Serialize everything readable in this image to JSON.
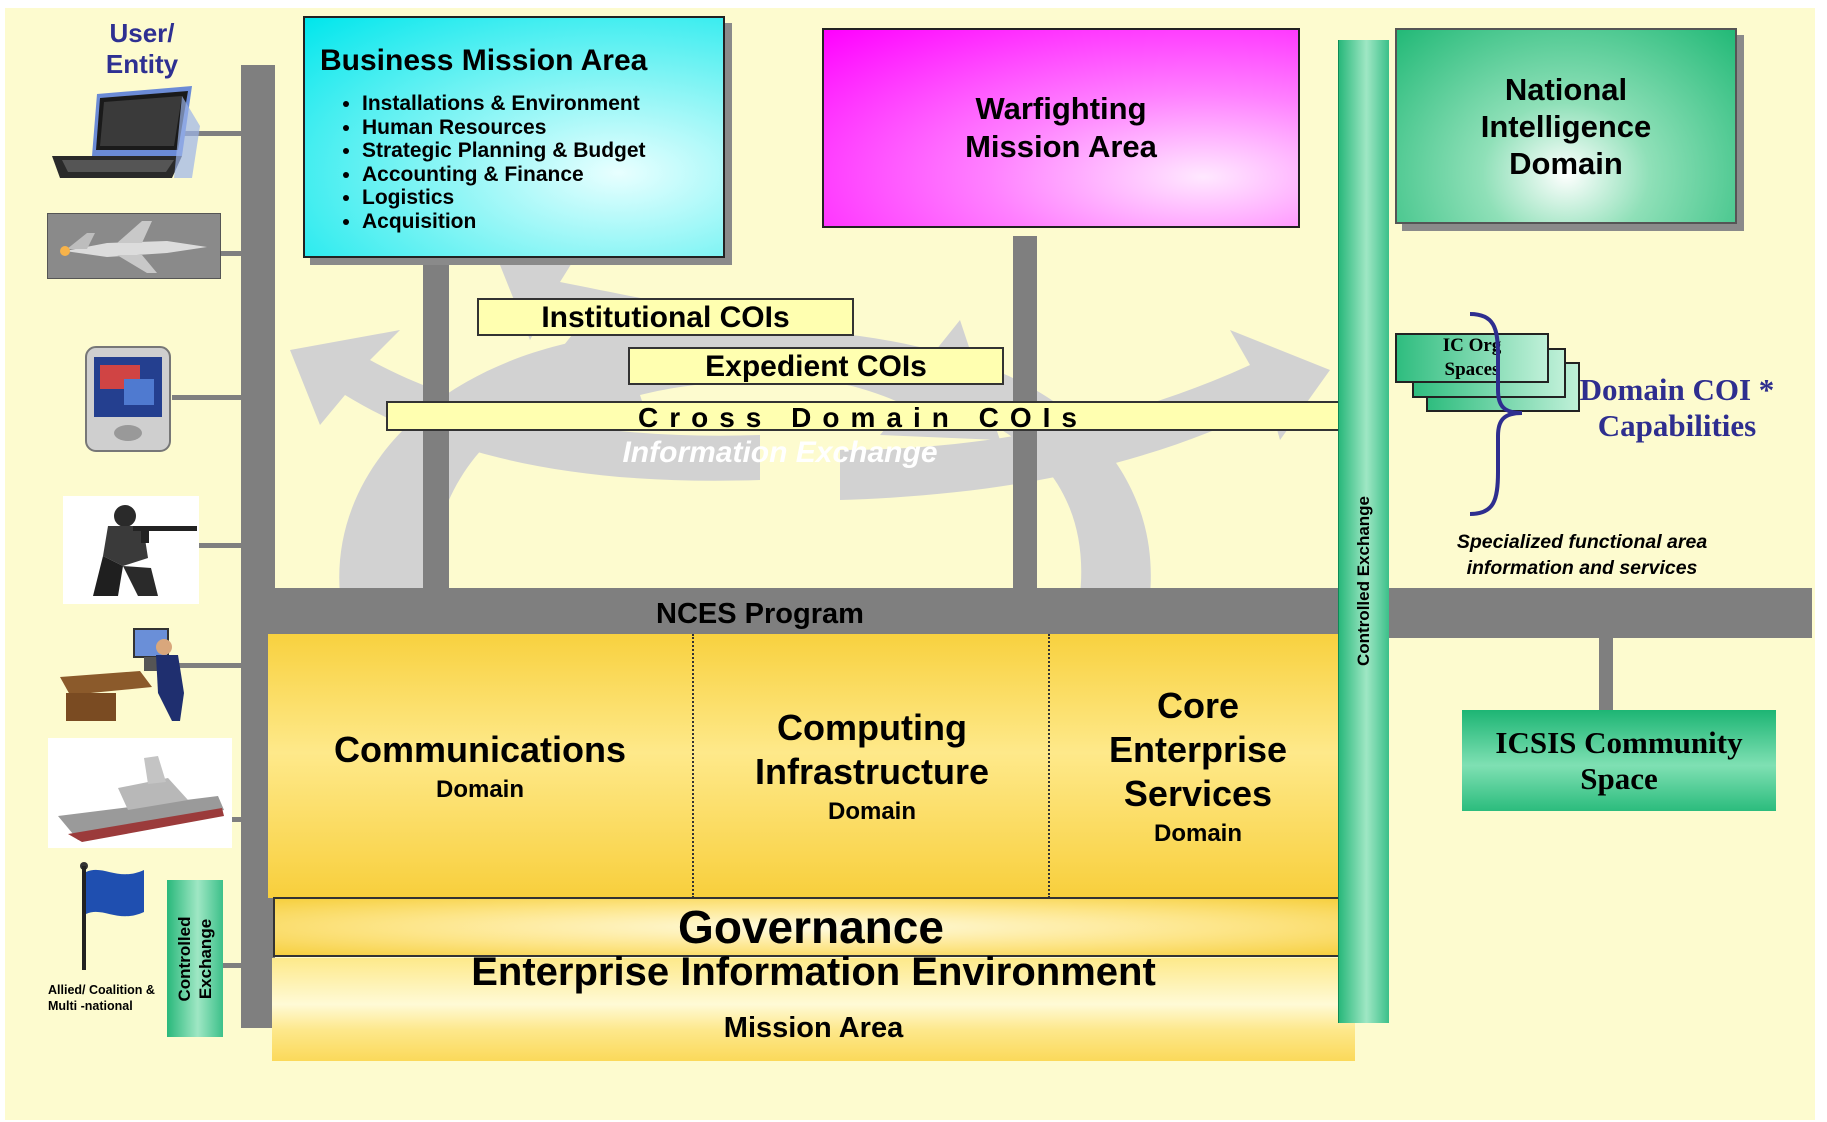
{
  "user_entity": "User/ Entity",
  "allied_label": "Allied/ Coalition & Multi -national",
  "business_mission_area": {
    "title": "Business Mission Area",
    "items": [
      "Installations & Environment",
      "Human Resources",
      "Strategic Planning & Budget",
      "Accounting & Finance",
      "Logistics",
      "Acquisition"
    ]
  },
  "warfighting": "Warfighting Mission Area",
  "national_intelligence": "National Intelligence Domain",
  "cois": {
    "institutional": "Institutional COIs",
    "expedient": "Expedient COIs",
    "cross_domain": "Cross Domain COIs"
  },
  "information_exchange": "Information Exchange",
  "nces_program": "NCES Program",
  "domains": [
    {
      "title": "Communications",
      "subtitle": "Domain"
    },
    {
      "title": "Computing Infrastructure",
      "subtitle": "Domain"
    },
    {
      "title": "Core Enterprise Services",
      "subtitle": "Domain"
    }
  ],
  "governance": "Governance",
  "eie_title": "Enterprise Information Environment",
  "eie_subtitle": "Mission Area",
  "controlled_exchange": "Controlled Exchange",
  "controlled_exchange_left": "Controlled Exchange",
  "ic_org_spaces": "IC Org Spaces",
  "domain_coi": "Domain COI * Capabilities",
  "specialized": "Specialized functional area information and services",
  "icsis": "ICSIS Community Space",
  "icons": [
    "laptop-icon",
    "fighter-jet-icon",
    "pda-icon",
    "soldier-icon",
    "workstation-icon",
    "ship-icon",
    "flag-icon"
  ],
  "colors": {
    "background": "#fdfbcf",
    "connector": "#7f7f7f",
    "business": "#00e6ec",
    "warfighting": "#ff00ff",
    "intel_green": "#22b977",
    "domain_yellow": "#f8d13f",
    "capabilities_text": "#2e2e8f"
  }
}
